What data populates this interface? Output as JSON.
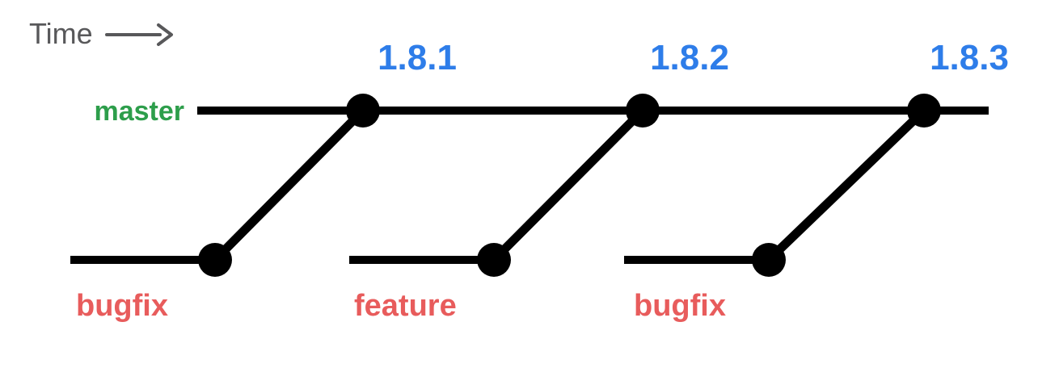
{
  "colors": {
    "line": "#000000",
    "commit_dot": "#000000",
    "master_label": "#2d9e4b",
    "release_label": "#2e7de9",
    "branch_label": "#e85c5c",
    "time_label": "#58585a",
    "background": "#ffffff"
  },
  "time_axis": {
    "label": "Time"
  },
  "master": {
    "label": "master"
  },
  "releases": [
    {
      "label": "1.8.1"
    },
    {
      "label": "1.8.2"
    },
    {
      "label": "1.8.3"
    }
  ],
  "branches": [
    {
      "label": "bugfix"
    },
    {
      "label": "feature"
    },
    {
      "label": "bugfix"
    }
  ]
}
